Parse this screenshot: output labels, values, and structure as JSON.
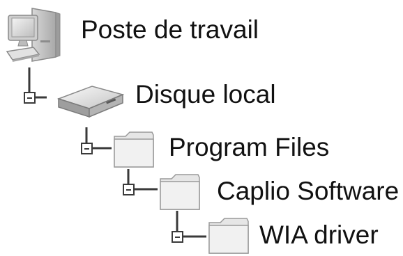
{
  "tree": {
    "nodes": [
      {
        "label": "Poste de travail",
        "icon": "computer-icon",
        "expanded": true
      },
      {
        "label": "Disque local",
        "icon": "hard-drive-icon",
        "expanded": true
      },
      {
        "label": "Program Files",
        "icon": "folder-icon",
        "expanded": true
      },
      {
        "label": "Caplio Software",
        "icon": "folder-icon",
        "expanded": true
      },
      {
        "label": "WIA driver",
        "icon": "folder-icon",
        "expanded": true
      }
    ]
  },
  "colors": {
    "text": "#111111",
    "connector": "#3a3a3a",
    "folder_fill": "#ececec",
    "folder_edge": "#9a9a9a"
  }
}
